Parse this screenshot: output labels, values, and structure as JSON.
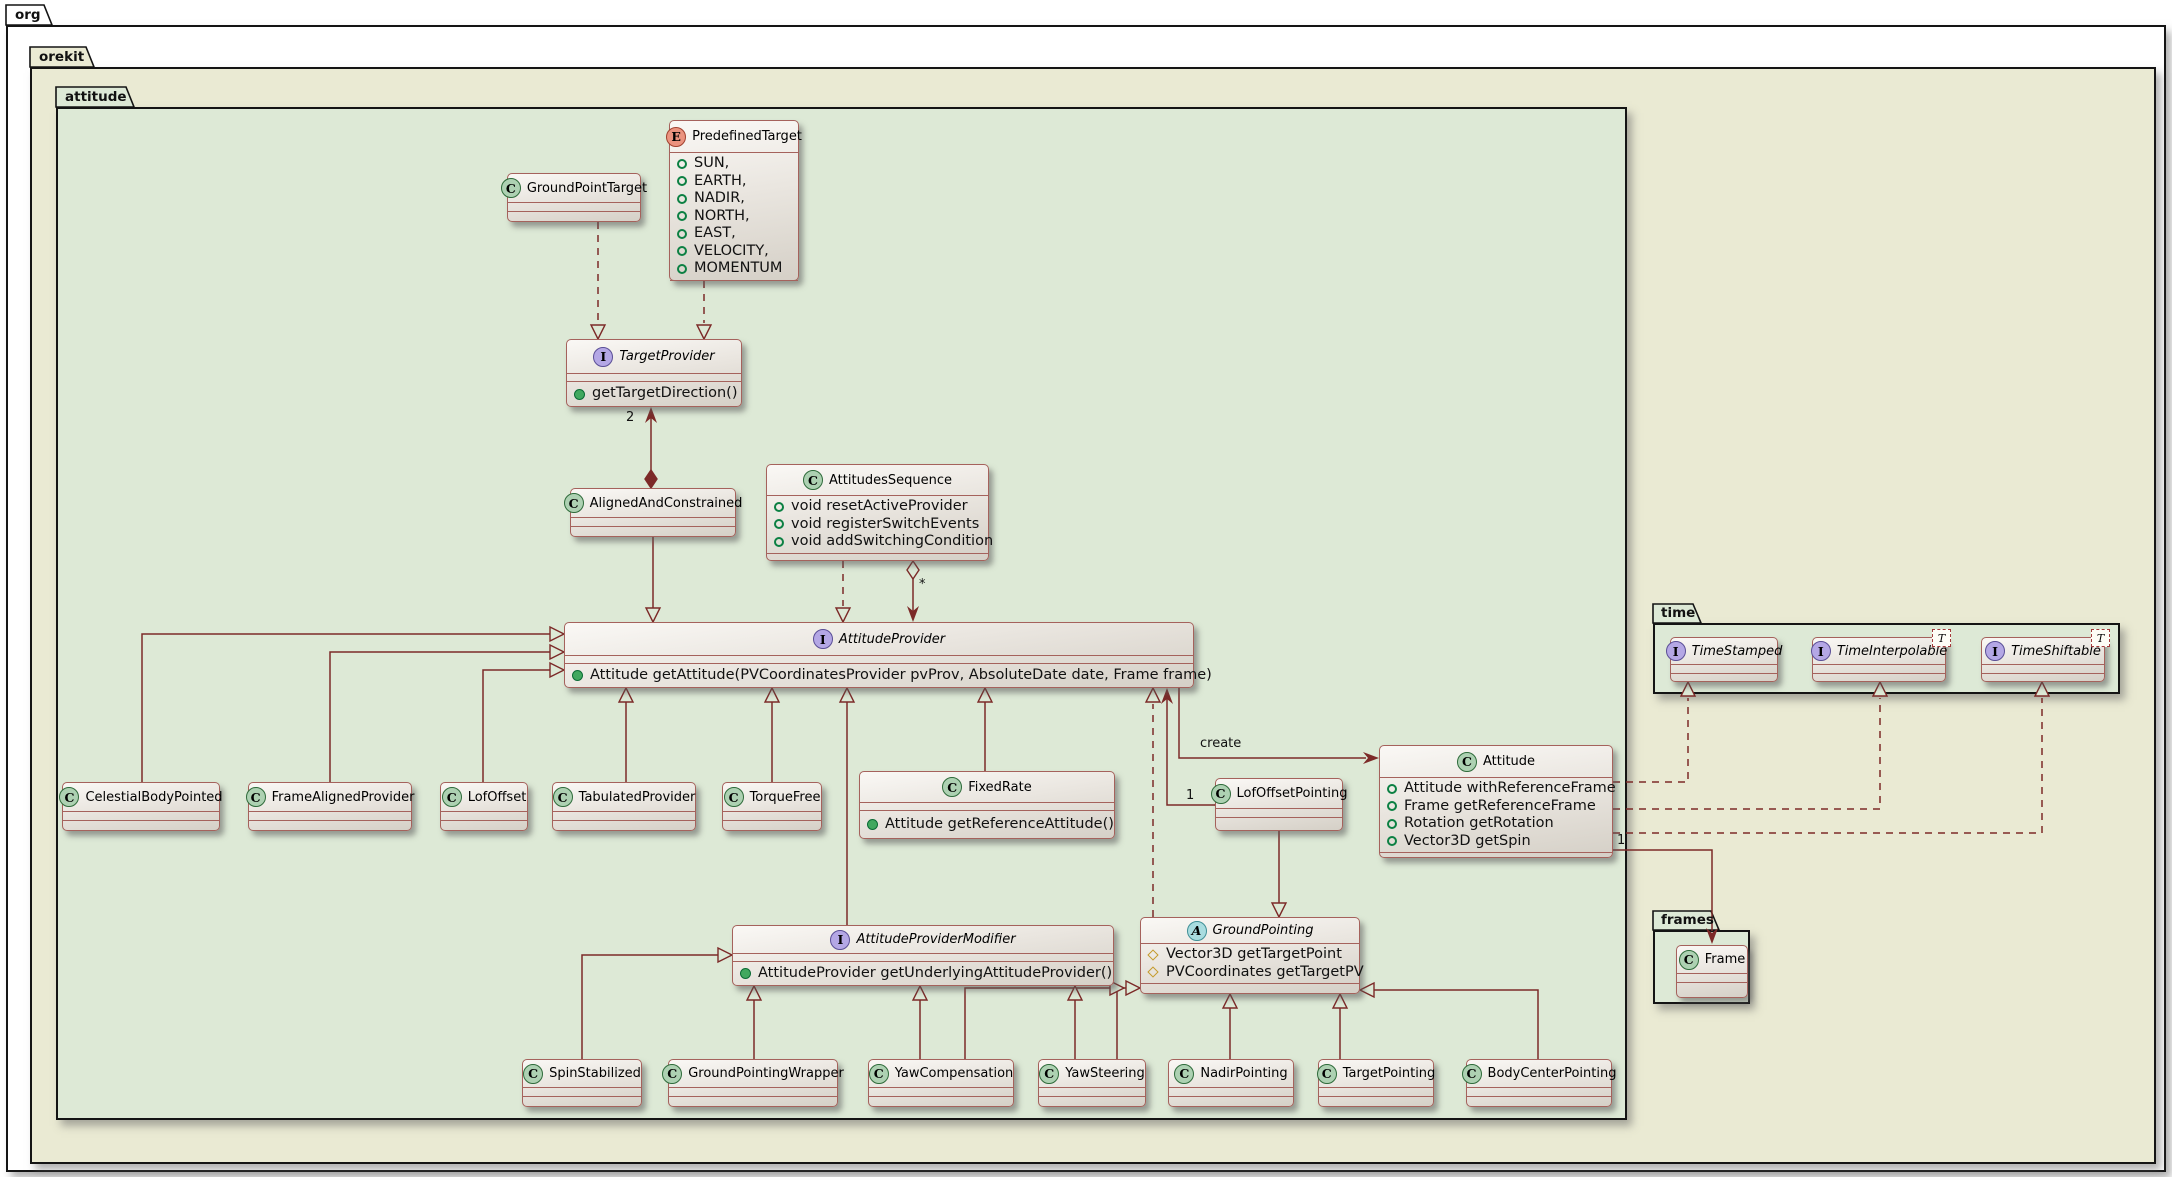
{
  "title": "org.orekit attitude package UML class diagram",
  "packages": [
    {
      "id": "org",
      "label": "org"
    },
    {
      "id": "orekit",
      "label": "orekit"
    },
    {
      "id": "attitude",
      "label": "attitude"
    },
    {
      "id": "time",
      "label": "time"
    },
    {
      "id": "frames",
      "label": "frames"
    }
  ],
  "classes": [
    {
      "id": "groundPointTarget",
      "kind": "class",
      "letter": "C",
      "name": "GroundPointTarget",
      "members": []
    },
    {
      "id": "predefinedTarget",
      "kind": "enum",
      "letter": "E",
      "name": "PredefinedTarget",
      "members": [
        {
          "icon": "circle_open",
          "text": "SUN,"
        },
        {
          "icon": "circle_open",
          "text": "EARTH,"
        },
        {
          "icon": "circle_open",
          "text": "NADIR,"
        },
        {
          "icon": "circle_open",
          "text": "NORTH,"
        },
        {
          "icon": "circle_open",
          "text": "EAST,"
        },
        {
          "icon": "circle_open",
          "text": "VELOCITY,"
        },
        {
          "icon": "circle_open",
          "text": "MOMENTUM"
        }
      ]
    },
    {
      "id": "targetProvider",
      "kind": "interface",
      "letter": "I",
      "name": "TargetProvider",
      "members": [
        {
          "icon": "circle_filled",
          "text": "getTargetDirection()"
        }
      ]
    },
    {
      "id": "alignedAndConstrained",
      "kind": "class",
      "letter": "C",
      "name": "AlignedAndConstrained",
      "members": []
    },
    {
      "id": "attitudesSequence",
      "kind": "class",
      "letter": "C",
      "name": "AttitudesSequence",
      "members": [
        {
          "icon": "circle_open",
          "text": "void resetActiveProvider"
        },
        {
          "icon": "circle_open",
          "text": "void registerSwitchEvents"
        },
        {
          "icon": "circle_open",
          "text": "void addSwitchingCondition"
        }
      ]
    },
    {
      "id": "attitudeProvider",
      "kind": "interface",
      "letter": "I",
      "name": "AttitudeProvider",
      "members": [
        {
          "icon": "circle_filled",
          "text": "Attitude getAttitude(PVCoordinatesProvider pvProv, AbsoluteDate date, Frame frame)"
        }
      ]
    },
    {
      "id": "celestialBodyPointed",
      "kind": "class",
      "letter": "C",
      "name": "CelestialBodyPointed",
      "members": []
    },
    {
      "id": "frameAlignedProvider",
      "kind": "class",
      "letter": "C",
      "name": "FrameAlignedProvider",
      "members": []
    },
    {
      "id": "lofOffset",
      "kind": "class",
      "letter": "C",
      "name": "LofOffset",
      "members": []
    },
    {
      "id": "tabulatedProvider",
      "kind": "class",
      "letter": "C",
      "name": "TabulatedProvider",
      "members": []
    },
    {
      "id": "torqueFree",
      "kind": "class",
      "letter": "C",
      "name": "TorqueFree",
      "members": []
    },
    {
      "id": "fixedRate",
      "kind": "class",
      "letter": "C",
      "name": "FixedRate",
      "members": [
        {
          "icon": "circle_filled",
          "text": "Attitude getReferenceAttitude()"
        }
      ]
    },
    {
      "id": "lofOffsetPointing",
      "kind": "class",
      "letter": "C",
      "name": "LofOffsetPointing",
      "members": []
    },
    {
      "id": "attitude",
      "kind": "class",
      "letter": "C",
      "name": "Attitude",
      "members": [
        {
          "icon": "circle_open",
          "text": "Attitude withReferenceFrame"
        },
        {
          "icon": "circle_open",
          "text": "Frame getReferenceFrame"
        },
        {
          "icon": "circle_open",
          "text": "Rotation getRotation"
        },
        {
          "icon": "circle_open",
          "text": "Vector3D getSpin"
        }
      ]
    },
    {
      "id": "attitudeProviderModifier",
      "kind": "interface",
      "letter": "I",
      "name": "AttitudeProviderModifier",
      "members": [
        {
          "icon": "circle_filled",
          "text": "AttitudeProvider getUnderlyingAttitudeProvider()"
        }
      ]
    },
    {
      "id": "groundPointing",
      "kind": "abstract",
      "letter": "A",
      "name": "GroundPointing",
      "members": [
        {
          "icon": "diamond_open",
          "text": "Vector3D getTargetPoint"
        },
        {
          "icon": "diamond_open",
          "text": "PVCoordinates getTargetPV"
        }
      ]
    },
    {
      "id": "spinStabilized",
      "kind": "class",
      "letter": "C",
      "name": "SpinStabilized",
      "members": []
    },
    {
      "id": "groundPointingWrapper",
      "kind": "class",
      "letter": "C",
      "name": "GroundPointingWrapper",
      "members": []
    },
    {
      "id": "yawCompensation",
      "kind": "class",
      "letter": "C",
      "name": "YawCompensation",
      "members": []
    },
    {
      "id": "yawSteering",
      "kind": "class",
      "letter": "C",
      "name": "YawSteering",
      "members": []
    },
    {
      "id": "nadirPointing",
      "kind": "class",
      "letter": "C",
      "name": "NadirPointing",
      "members": []
    },
    {
      "id": "targetPointing",
      "kind": "class",
      "letter": "C",
      "name": "TargetPointing",
      "members": []
    },
    {
      "id": "bodyCenterPointing",
      "kind": "class",
      "letter": "C",
      "name": "BodyCenterPointing",
      "members": []
    },
    {
      "id": "timeStamped",
      "kind": "interface",
      "letter": "I",
      "name": "TimeStamped",
      "members": []
    },
    {
      "id": "timeInterpolable",
      "kind": "interface",
      "letter": "I",
      "name": "TimeInterpolable",
      "generic": "T",
      "members": []
    },
    {
      "id": "timeShiftable",
      "kind": "interface",
      "letter": "I",
      "name": "TimeShiftable",
      "generic": "T",
      "members": []
    },
    {
      "id": "frame",
      "kind": "class",
      "letter": "C",
      "name": "Frame",
      "members": []
    }
  ],
  "edge_labels": {
    "create": "create",
    "two": "2",
    "star": "*",
    "one_lof": "1",
    "one_frame": "1"
  },
  "colors": {
    "relation_line": "#7c2a28",
    "package_border": "#141414",
    "org_bg": "#ffffff",
    "orekit_bg": "#eaead3",
    "attitude_bg": "#dde9d6",
    "class_icon_bg": "#ADD1B2",
    "interface_icon_bg": "#B4A7E5",
    "enum_icon_bg": "#EB937F",
    "abstract_icon_bg": "#A9DCDF",
    "method_public_icon": "#41a85f",
    "field_public_icon": "#0c8043",
    "protected_icon": "#c49a2a"
  }
}
